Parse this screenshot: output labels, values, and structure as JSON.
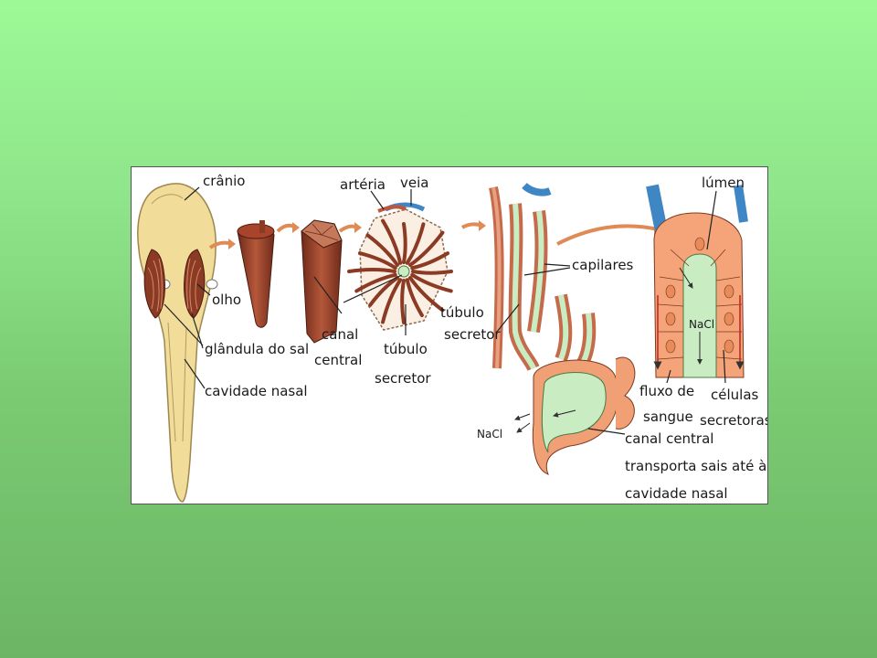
{
  "labels": {
    "cranio": "crânio",
    "olho": "olho",
    "glandula": "glândula do sal",
    "cavidade": "cavidade nasal",
    "canal1": "canal",
    "canal2": "central",
    "arteria": "artéria",
    "veia": "veia",
    "tubulo1a": "túbulo",
    "tubulo1b": "secretor",
    "tubulo2a": "túbulo",
    "tubulo2b": "secretor",
    "capilares": "capilares",
    "nacl1": "NaCl",
    "canal_central_long1": "canal central",
    "canal_central_long2": "transporta sais até à",
    "canal_central_long3": "cavidade nasal",
    "lumen": "lúmen",
    "nacl2": "NaCl",
    "fluxo1": "fluxo de",
    "fluxo2": "sangue",
    "celulas1": "células",
    "celulas2": "secretoras"
  },
  "colors": {
    "background_top": "#9cfa96",
    "background_bottom": "#6cb566",
    "skull": "#f1dc9a",
    "gland": "#8b3a24",
    "arrow": "#e08a56",
    "vessel_blue": "#4a8fc7",
    "tissue_orange": "#f0a074",
    "lumen_green": "#c9ecc3"
  }
}
